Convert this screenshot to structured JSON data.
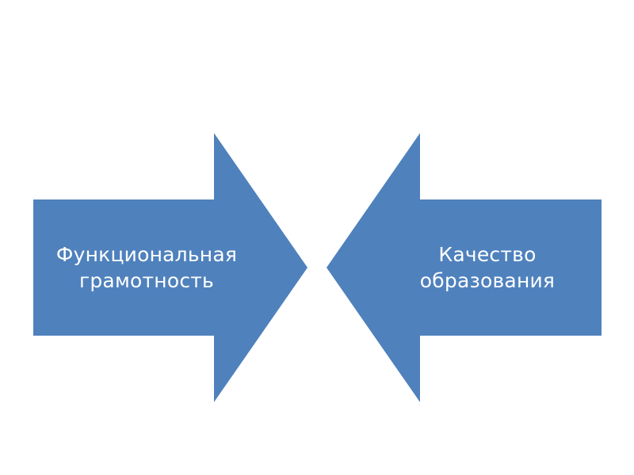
{
  "diagram": {
    "fill_color": "#4F81BD",
    "text_color": "#FFFFFF",
    "left_arrow": {
      "direction": "right",
      "lines": [
        "Функциональная",
        "грамотность"
      ]
    },
    "right_arrow": {
      "direction": "left",
      "lines": [
        "Качество",
        "образования"
      ]
    }
  }
}
